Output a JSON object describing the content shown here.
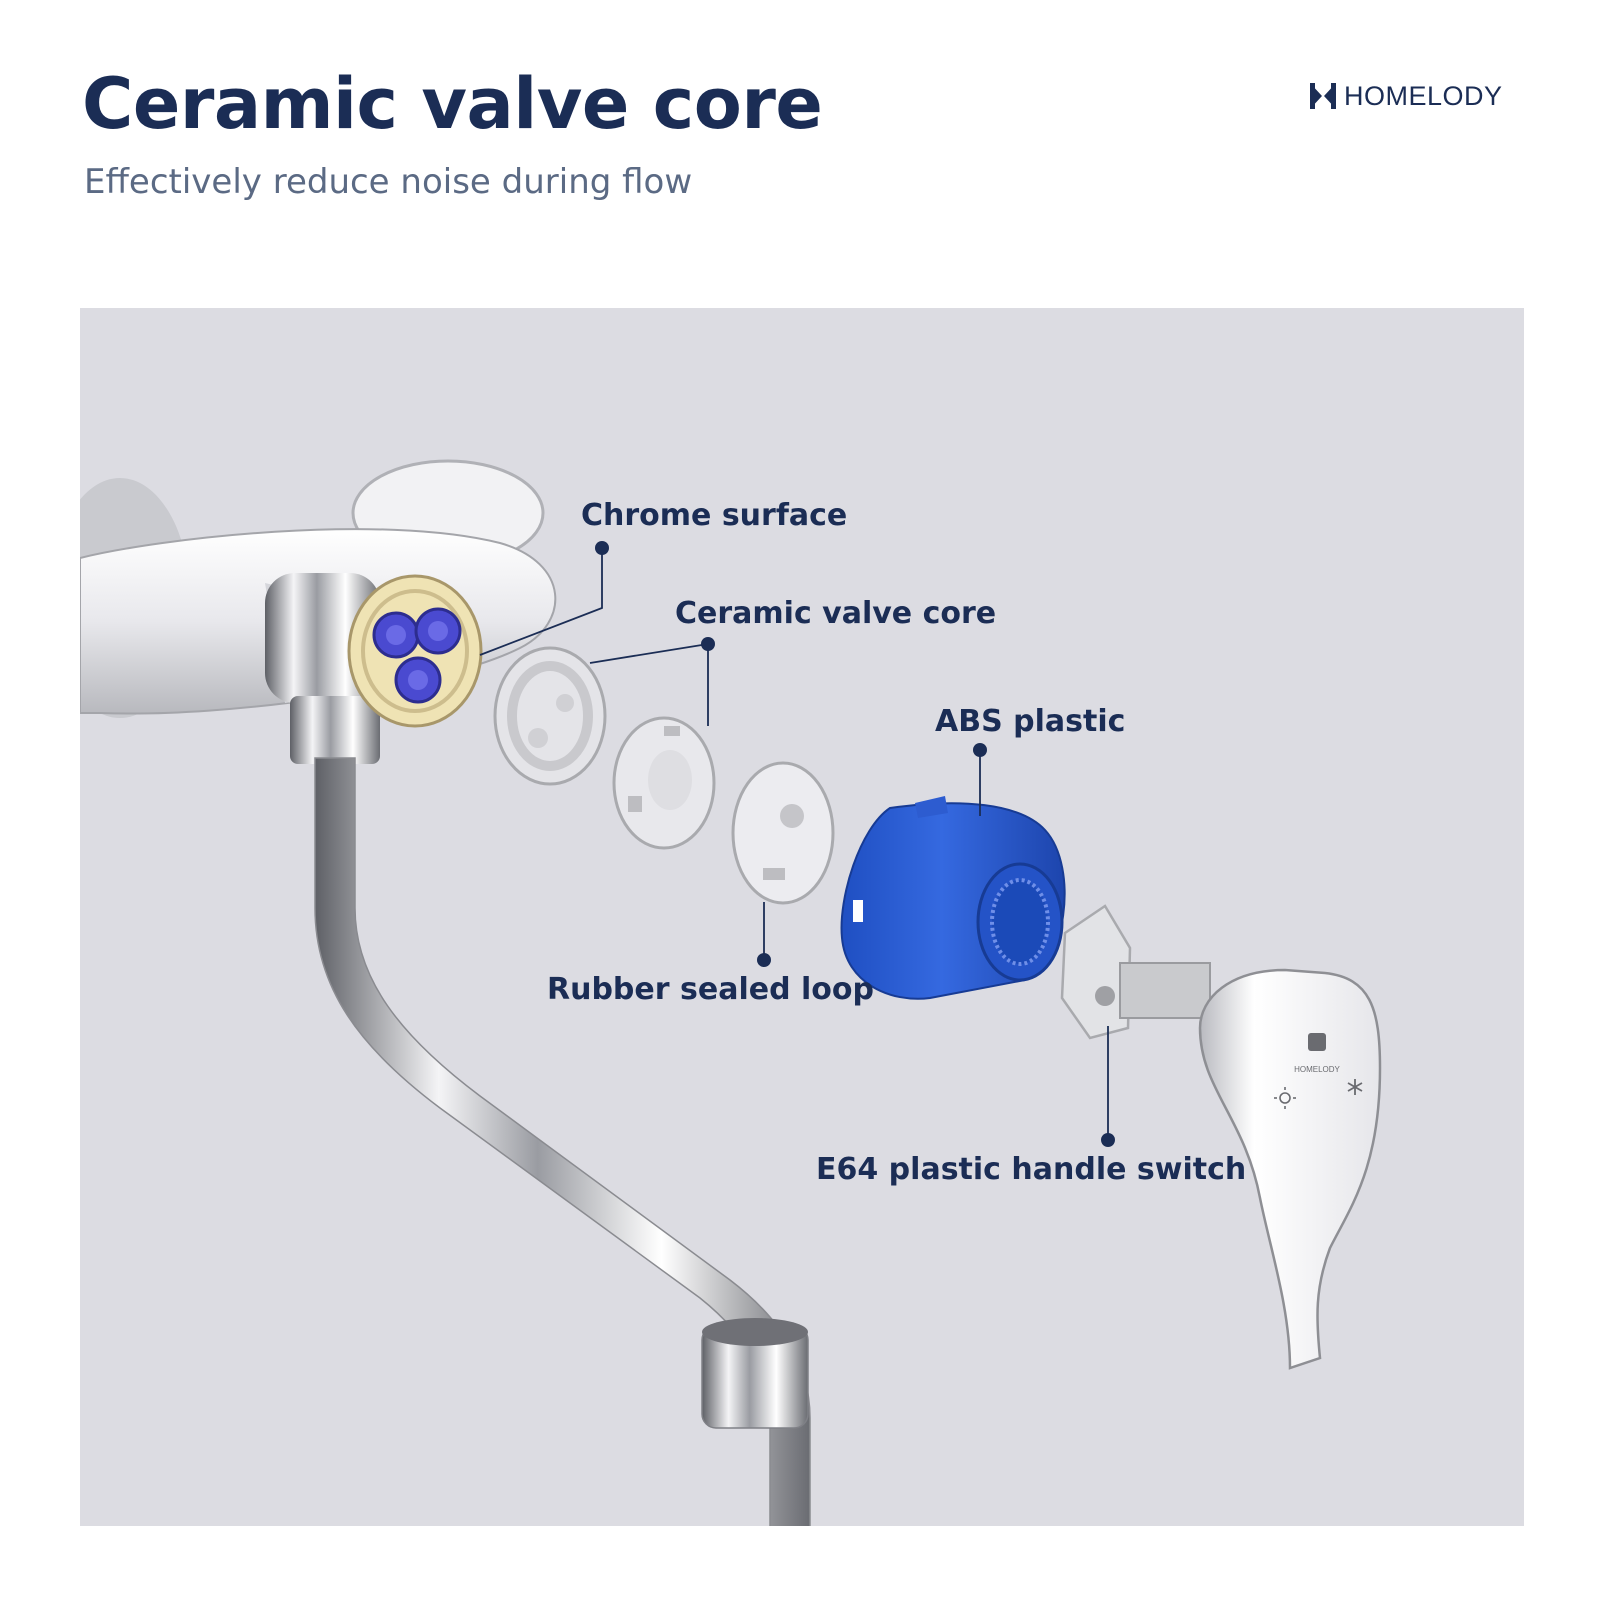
{
  "header": {
    "title": "Ceramic valve core",
    "subtitle": "Effectively reduce noise during flow"
  },
  "brand": {
    "name": "HOMELODY",
    "color": "#1b2d55"
  },
  "callouts": {
    "chrome_surface": "Chrome surface",
    "ceramic_valve_core": "Ceramic valve core",
    "abs_plastic": "ABS plastic",
    "rubber_sealed_loop": "Rubber sealed loop",
    "e64_handle_switch": "E64 plastic handle switch"
  },
  "handle": {
    "brand_mark": "HOMELODY",
    "hot_icon": "sun-icon",
    "cold_icon": "snowflake-icon"
  },
  "colors": {
    "title": "#1b2d55",
    "subtitle": "#5b6a84",
    "panel_background": "#dcdce2",
    "abs_part": "#2a5fd6",
    "cartridge_base": "#efe3b4",
    "cartridge_ports": "#4a4ad0"
  }
}
